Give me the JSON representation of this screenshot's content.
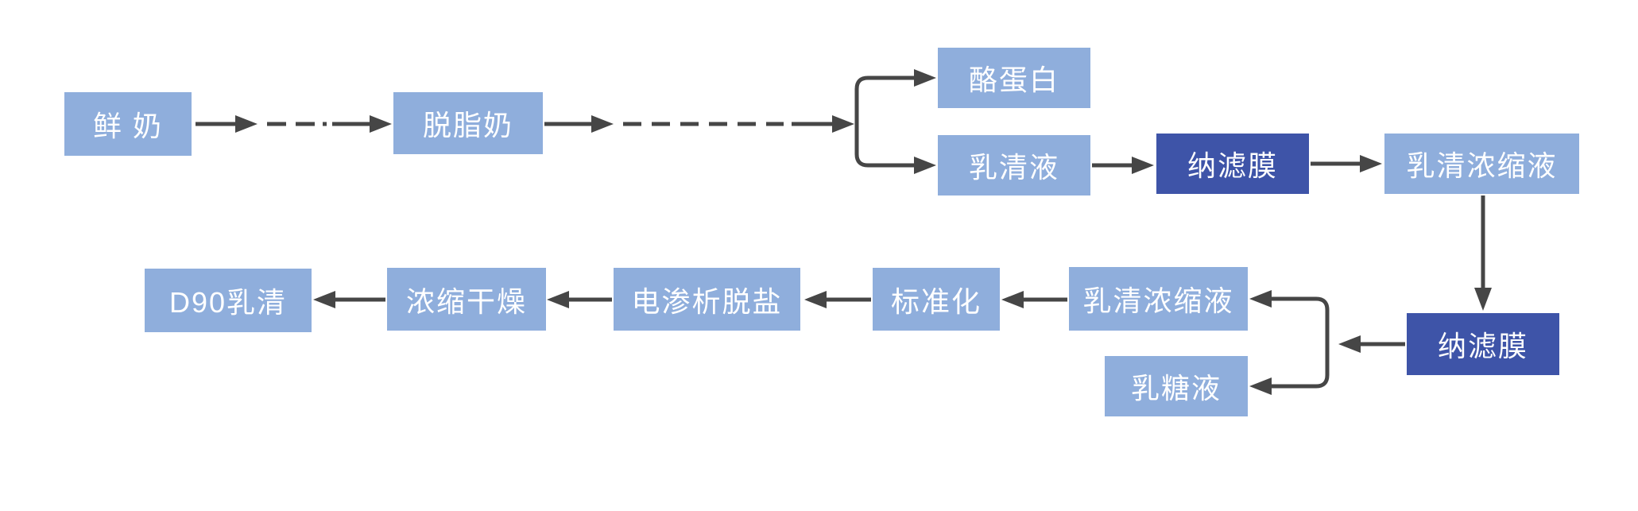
{
  "diagram": {
    "description_visible_text_only": "milk processing flow diagram",
    "palette": {
      "node_fill_light": "#8FAEDC",
      "node_fill_dark": "#3E54A8",
      "node_text": "#FFFFFF",
      "connector": "#464646",
      "background": "#FFFFFF"
    },
    "nodes": [
      {
        "id": "fresh-milk",
        "label": "鲜 奶",
        "variant": "light"
      },
      {
        "id": "skim-milk",
        "label": "脱脂奶",
        "variant": "light"
      },
      {
        "id": "casein",
        "label": "酪蛋白",
        "variant": "light"
      },
      {
        "id": "whey-liquid",
        "label": "乳清液",
        "variant": "light"
      },
      {
        "id": "nanofiltration-membrane-1",
        "label": "纳滤膜",
        "variant": "dark"
      },
      {
        "id": "whey-concentrate-1",
        "label": "乳清浓缩液",
        "variant": "light"
      },
      {
        "id": "nanofiltration-membrane-2",
        "label": "纳滤膜",
        "variant": "dark"
      },
      {
        "id": "whey-concentrate-2",
        "label": "乳清浓缩液",
        "variant": "light"
      },
      {
        "id": "lactose-liquid",
        "label": "乳糖液",
        "variant": "light"
      },
      {
        "id": "standardization",
        "label": "标准化",
        "variant": "light"
      },
      {
        "id": "electrodialysis-desalination",
        "label": "电渗析脱盐",
        "variant": "light"
      },
      {
        "id": "concentration-drying",
        "label": "浓缩干燥",
        "variant": "light"
      },
      {
        "id": "d90-whey",
        "label": "D90乳清",
        "variant": "light"
      }
    ],
    "edges": [
      {
        "from": "fresh-milk",
        "to": "skim-milk",
        "style": "solid-arrow, dash-dash-dot, solid-arrow"
      },
      {
        "from": "skim-milk",
        "to": "branch-1",
        "style": "solid-arrow, dashed, solid-arrow"
      },
      {
        "from": "branch-1",
        "to": "casein",
        "style": "solid-arrow"
      },
      {
        "from": "branch-1",
        "to": "whey-liquid",
        "style": "solid-arrow"
      },
      {
        "from": "whey-liquid",
        "to": "nanofiltration-membrane-1",
        "style": "solid-arrow"
      },
      {
        "from": "nanofiltration-membrane-1",
        "to": "whey-concentrate-1",
        "style": "solid-arrow"
      },
      {
        "from": "whey-concentrate-1",
        "to": "nanofiltration-membrane-2",
        "style": "solid-arrow-down"
      },
      {
        "from": "nanofiltration-membrane-2",
        "to": "branch-2",
        "style": "solid-arrow-left"
      },
      {
        "from": "branch-2",
        "to": "whey-concentrate-2",
        "style": "solid-arrow-left"
      },
      {
        "from": "branch-2",
        "to": "lactose-liquid",
        "style": "solid-arrow-left"
      },
      {
        "from": "whey-concentrate-2",
        "to": "standardization",
        "style": "solid-arrow-left"
      },
      {
        "from": "standardization",
        "to": "electrodialysis-desalination",
        "style": "solid-arrow-left"
      },
      {
        "from": "electrodialysis-desalination",
        "to": "concentration-drying",
        "style": "solid-arrow-left"
      },
      {
        "from": "concentration-drying",
        "to": "d90-whey",
        "style": "solid-arrow-left"
      }
    ]
  }
}
